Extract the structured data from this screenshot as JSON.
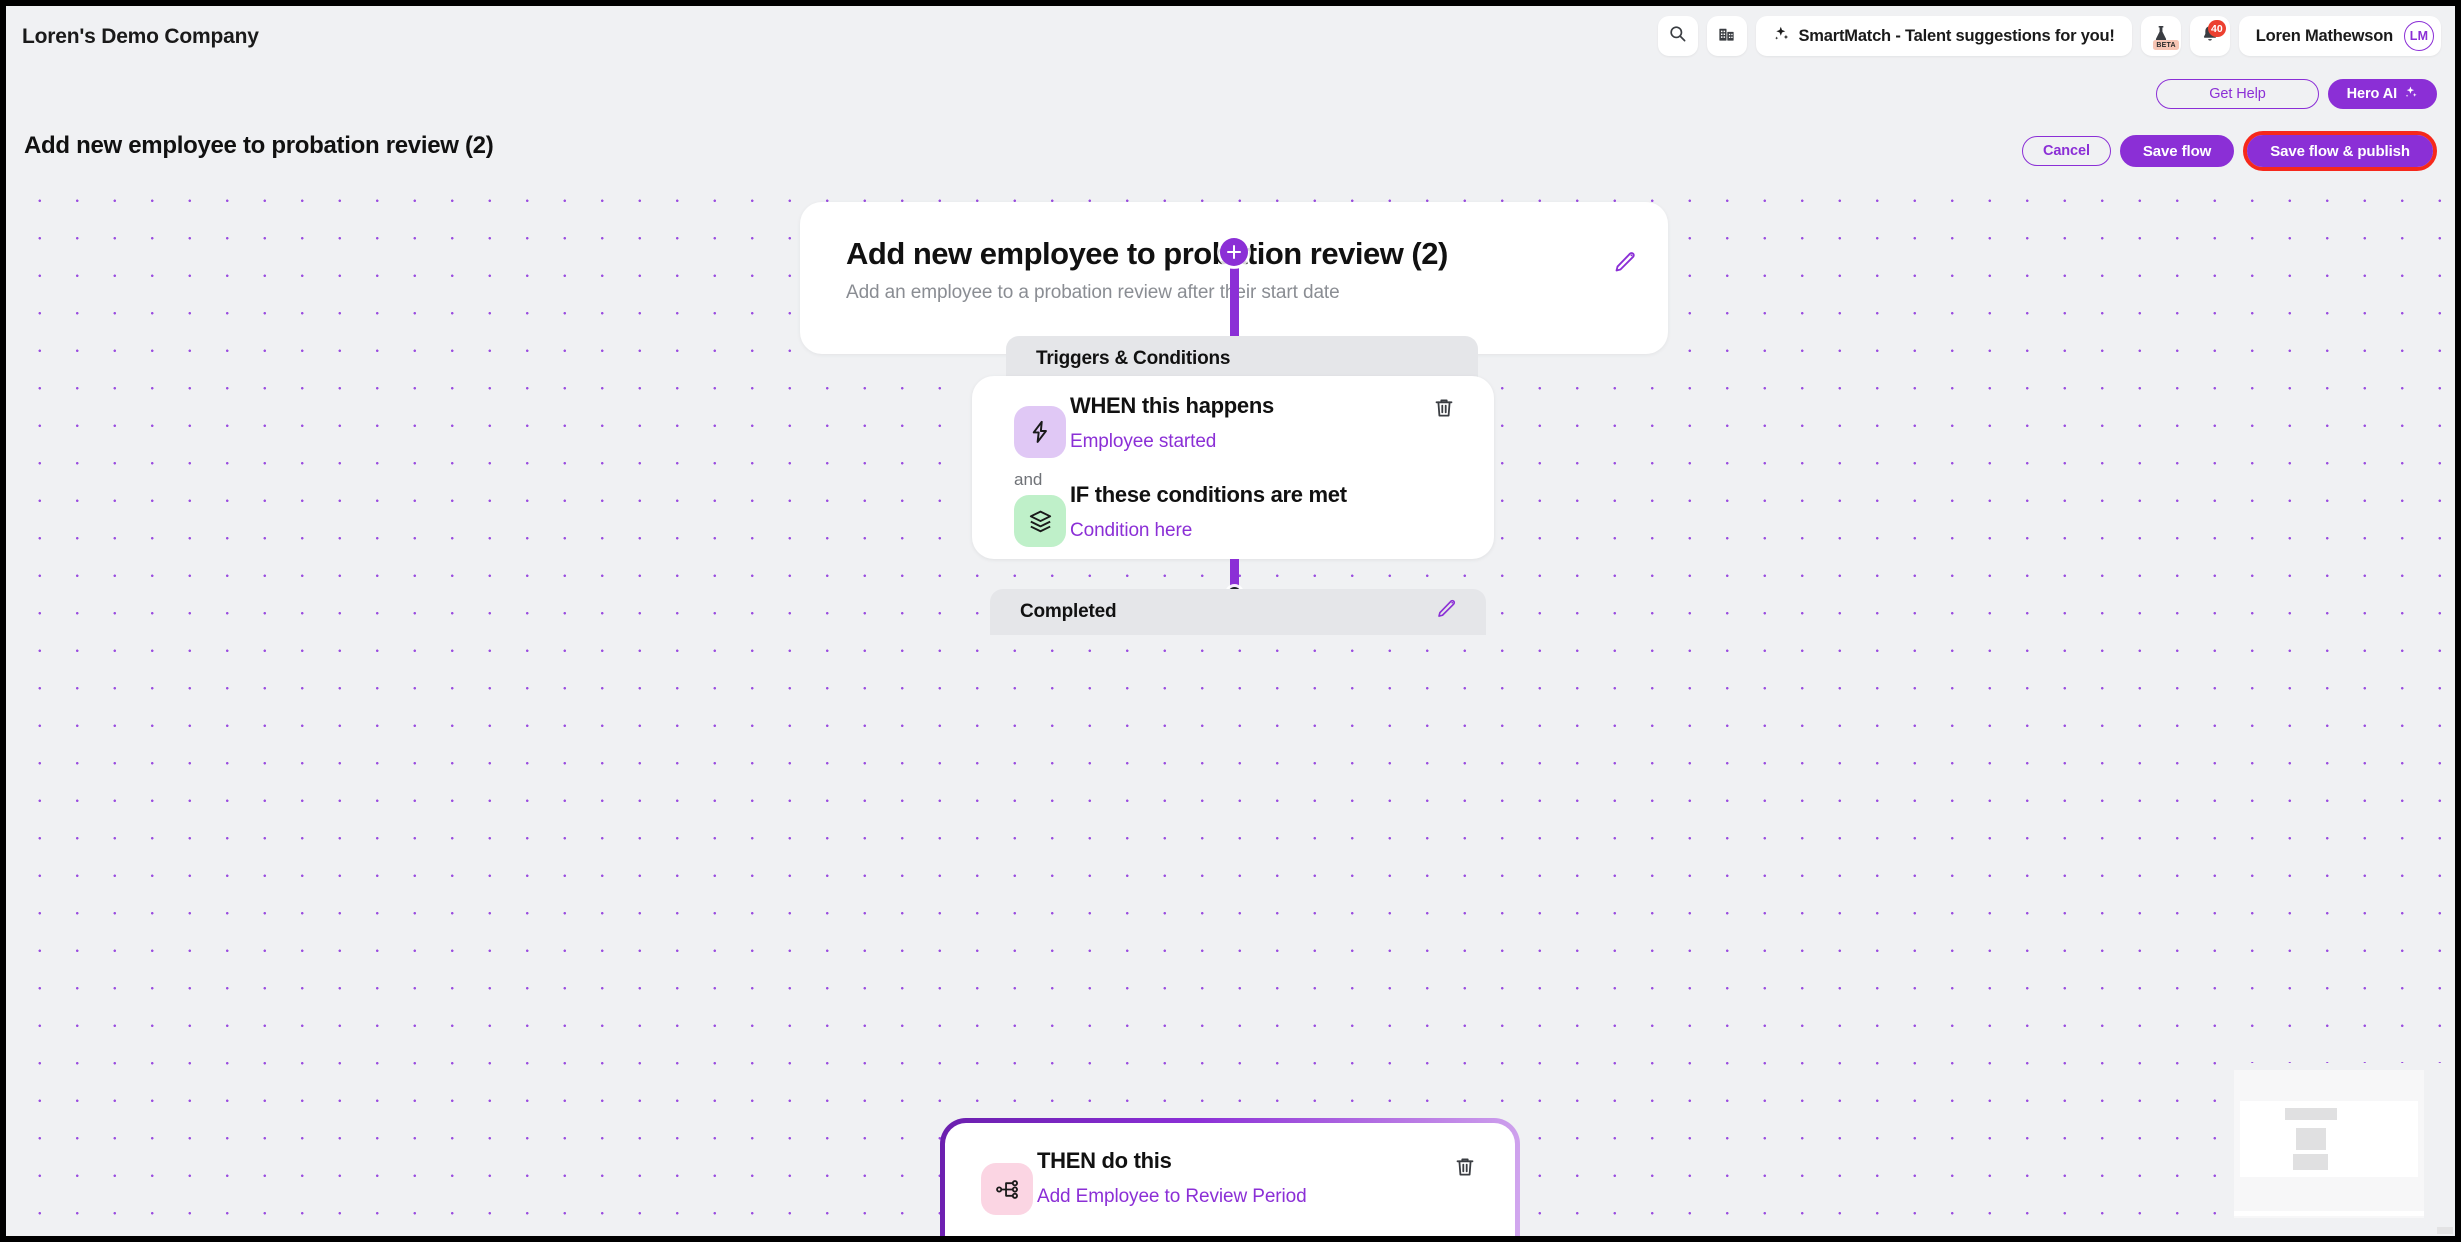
{
  "header": {
    "company_name": "Loren's Demo Company",
    "search_icon": "search-icon",
    "company_icon": "building-icon",
    "smartmatch_label": "SmartMatch - Talent suggestions for you!",
    "smartmatch_icon": "sparkle-icon",
    "lab_icon": "flask-icon",
    "lab_badge": "BETA",
    "bell_icon": "bell-icon",
    "notification_count": "40",
    "user_name": "Loren Mathewson",
    "user_initials": "LM"
  },
  "actions": {
    "get_help": "Get Help",
    "hero_ai": "Hero AI",
    "hero_ai_icon": "sparkle-icon",
    "cancel": "Cancel",
    "save_flow": "Save flow",
    "save_publish": "Save flow & publish"
  },
  "page": {
    "flow_title": "Add new employee to probation review (2)"
  },
  "flow": {
    "title_card": {
      "title": "Add new employee to probation review (2)",
      "subtitle": "Add an employee to a probation review after their start date",
      "edit_icon": "pencil-icon"
    },
    "sections": [
      {
        "tab_label": "Triggers & Conditions",
        "rows": [
          {
            "heading": "WHEN this happens",
            "value": "Employee started",
            "icon": "lightning-bolt-icon",
            "trash_icon": "trash-icon"
          },
          {
            "heading": "IF these conditions are met",
            "value": "Condition here",
            "icon": "layers-icon"
          }
        ],
        "joiner": "and"
      },
      {
        "tab_label": "Completed",
        "edit_icon": "pencil-icon",
        "rows": [
          {
            "heading": "THEN do this",
            "value": "Add Employee to Review Period",
            "icon": "workflow-branch-icon",
            "trash_icon": "trash-icon"
          }
        ]
      }
    ],
    "add_node_icon": "plus-icon"
  },
  "colors": {
    "accent_purple": "#8b2fd6",
    "highlight_red": "#f6281b",
    "canvas_bg": "#f0f1f3",
    "icon_lavender": "#e0c8f5",
    "icon_green": "#bff0c9",
    "icon_pink": "#fbd5e3"
  },
  "minimap": {
    "label": "minimap"
  }
}
